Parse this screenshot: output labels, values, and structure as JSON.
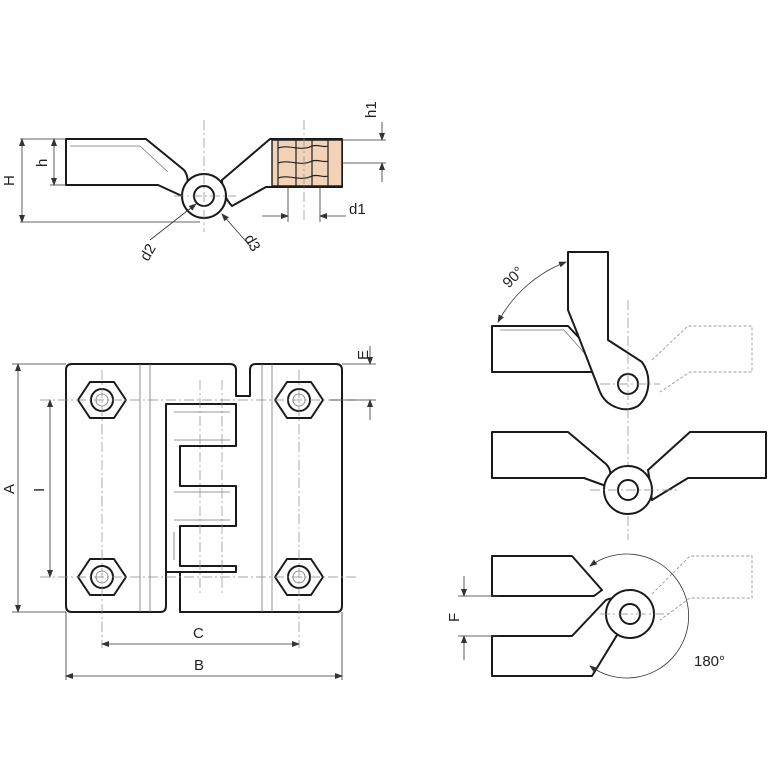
{
  "labels": {
    "H": "H",
    "h": "h",
    "h1": "h1",
    "d1": "d1",
    "d2": "d2",
    "d3": "d3",
    "E": "E",
    "A": "A",
    "I": "I",
    "C": "C",
    "B": "B",
    "F": "F",
    "angle90": "90°",
    "angle180": "180°"
  },
  "colors": {
    "line": "#1a1a1a",
    "threadFill": "#f2d3b8",
    "centerline": "#888888"
  }
}
